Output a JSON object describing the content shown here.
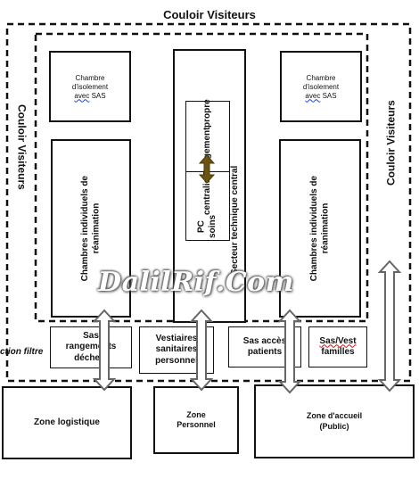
{
  "corridor": {
    "top": "Couloir Visiteurs",
    "left": "Couloir Visiteurs",
    "right": "Couloir Visiteurs"
  },
  "rooms": {
    "isolation_left": {
      "line1": "Chambre",
      "line2": "d'isolement",
      "line3": "avec",
      "line4": "SAS"
    },
    "isolation_right": {
      "line1": "Chambre",
      "line2": "d'isolement",
      "line3": "avec",
      "line4": "SAS"
    },
    "individual_left": {
      "line1": "Chambres individuels de",
      "line2": "réanimation"
    },
    "individual_right": {
      "line1": "Chambres individuels de",
      "line2": "réanimation"
    },
    "central_sector": "Secteur technique central",
    "rangement": {
      "line1": "Rangement",
      "line2": "propre"
    },
    "pc_soins": {
      "line1": "PC soins",
      "line2": "centralisé"
    }
  },
  "filter_label": "ction filtre",
  "sas": {
    "dechets": {
      "line1": "Sas",
      "line2": "rangements",
      "line3": "déchets"
    },
    "vestiaires": {
      "line1": "Vestiaires",
      "line2": "sanitaires",
      "line3": "personnel"
    },
    "patients": {
      "line1": "Sas accès",
      "line2": "patients"
    },
    "familles": {
      "line1": "Sas/Vest",
      "line2": "familles"
    }
  },
  "zones": {
    "logistique": "Zone logistique",
    "personnel": {
      "line1": "Zone",
      "line2": "Personnel"
    },
    "accueil": {
      "line1": "Zone d'accueil",
      "line2": "(Public)"
    }
  },
  "watermark": "DalilRif.Com",
  "colors": {
    "line": "#111111",
    "arrow_fill": "#ffffff",
    "arrow_stroke": "#666666",
    "inner_arrow": "#6b5410"
  }
}
